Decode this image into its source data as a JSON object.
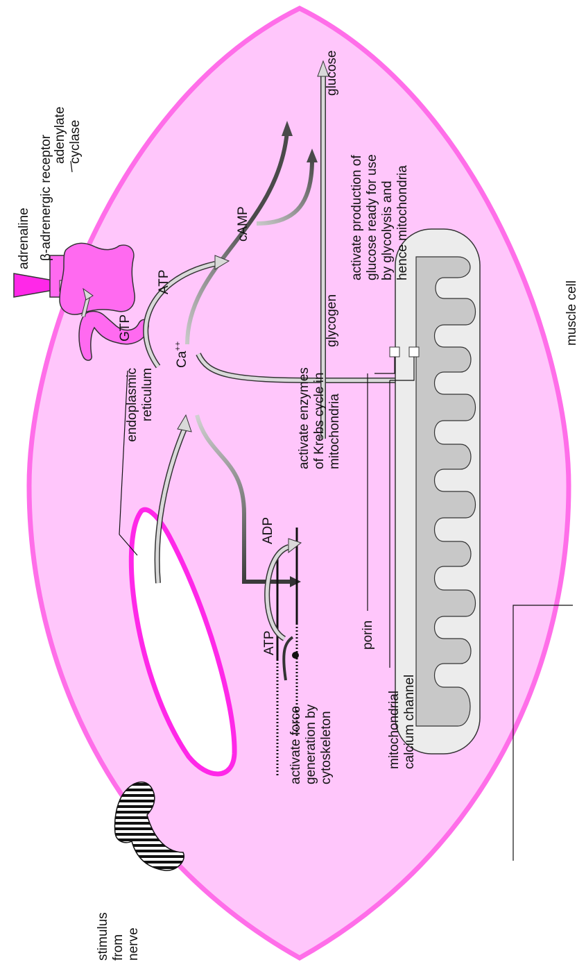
{
  "labels": {
    "adrenaline": "adrenaline",
    "beta_receptor": "β-adrenergic receptor",
    "adenylate_cyclase": [
      "adenylate",
      "cyclase"
    ],
    "endoplasmic_reticulum": [
      "endoplasmic",
      "reticulum"
    ],
    "ca_base": "Ca",
    "ca_sup": "++",
    "gtp": "GTP",
    "atp_top": "ATP",
    "camp": "cAMP",
    "glucose": "glucose",
    "glycogen": "glycogen",
    "activate_glucose": [
      "activate production of",
      "glucose ready for use",
      "by glycolysis and",
      "hence mitochondria"
    ],
    "activate_krebs": [
      "activate enzymes",
      "of Krebs cycle in",
      "mitochondria"
    ],
    "adp": "ADP",
    "atp_bottom": "ATP",
    "activate_force": [
      "activate force",
      "generation by",
      "cytoskeleton"
    ],
    "porin": "porin",
    "mito_channel": [
      "mitochondrial",
      "calcium channel"
    ],
    "muscle_cell": "muscle cell",
    "stimulus": [
      "stimulus",
      "from",
      "nerve"
    ]
  },
  "colors": {
    "cell_fill": "#ffc6fb",
    "cell_border": "#ff6ee9",
    "magenta": "#ff28e8",
    "receptor": "#ff6af0",
    "mito_outer": "#ececec",
    "mito_inner": "#c8c8c8",
    "arrow_light": "#d9d9d9"
  }
}
